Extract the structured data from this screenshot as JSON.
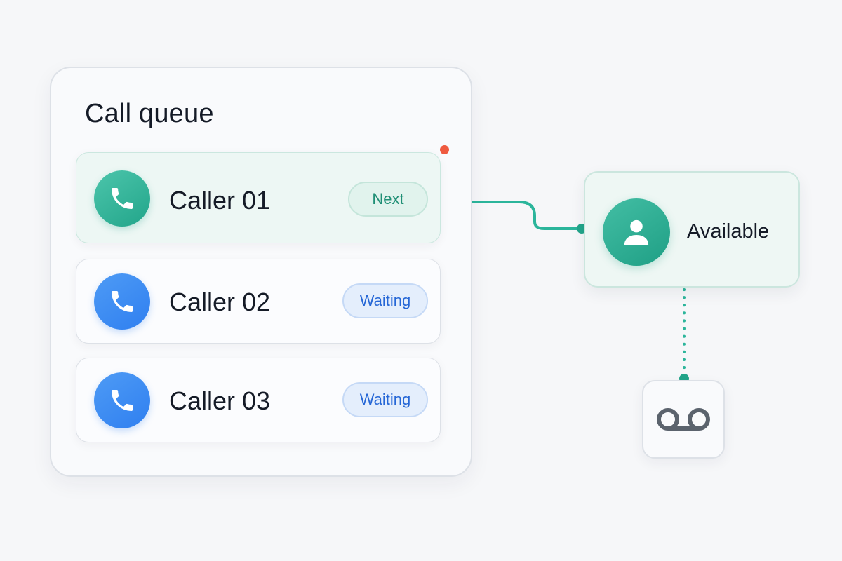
{
  "queue": {
    "title": "Call queue",
    "callers": [
      {
        "name": "Caller 01",
        "status": "Next",
        "icon": "phone-icon"
      },
      {
        "name": "Caller 02",
        "status": "Waiting",
        "icon": "phone-icon"
      },
      {
        "name": "Caller 03",
        "status": "Waiting",
        "icon": "phone-icon"
      }
    ],
    "notification_color": "#ef5a3f"
  },
  "agent": {
    "status": "Available",
    "icon": "user-icon"
  },
  "voicemail": {
    "icon": "voicemail-icon"
  },
  "colors": {
    "accent_green": "#22a58a",
    "accent_blue": "#2f7ff0",
    "connector": "#2bb59b"
  }
}
